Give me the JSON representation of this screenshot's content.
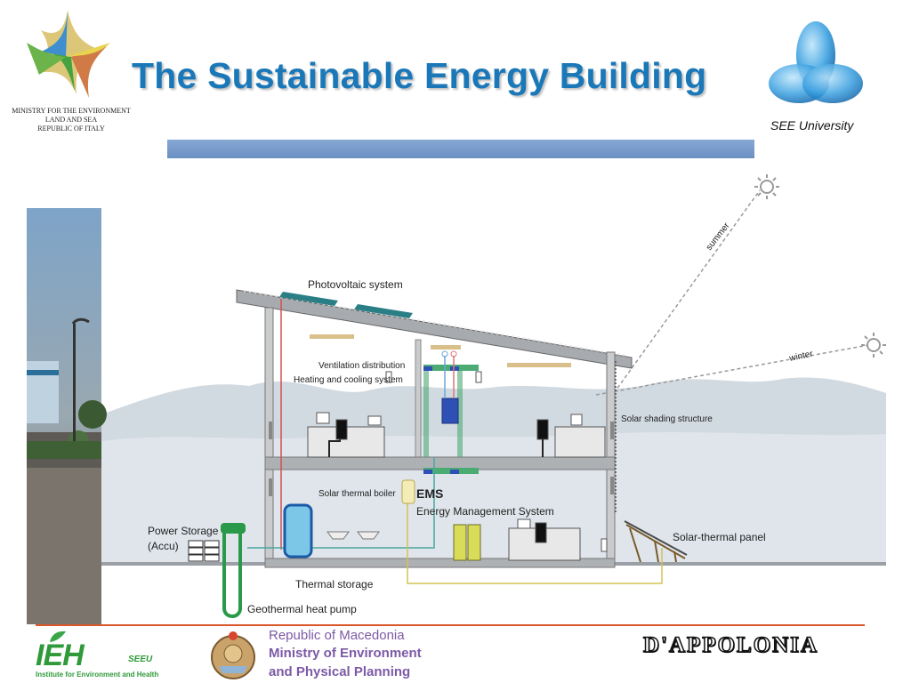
{
  "slide": {
    "title": "The Sustainable Energy Building"
  },
  "logos": {
    "italy_ministry": [
      "MINISTRY FOR THE ENVIRONMENT",
      "LAND AND SEA",
      "REPUBLIC OF ITALY"
    ],
    "see_university": "SEE University",
    "ieh_small": "SEEU",
    "ieh_caption": "Institute for Environment and Health",
    "macedonia": [
      "Republic of Macedonia",
      "Ministry of Environment",
      "and Physical Planning"
    ],
    "dappolonia": "D'APPOLONIA"
  },
  "diagram": {
    "photovoltaic": "Photovoltaic system",
    "summer": "summer",
    "winter": "winter",
    "ventilation": "Ventilation distribution",
    "heating_cooling": "Heating and cooling system",
    "solar_shading": "Solar shading structure",
    "solar_boiler": "Solar thermal boiler",
    "ems": "EMS",
    "ems_full": "Energy Management System",
    "power_storage": "Power Storage",
    "accu": "(Accu)",
    "solar_panel": "Solar-thermal panel",
    "thermal_storage": "Thermal storage",
    "geothermal": "Geothermal heat pump"
  },
  "colors": {
    "title": "#1a78b8",
    "title_bar": "#7496c8",
    "footer_line": "#d9572b",
    "macedonia_text": "#7c5aa6",
    "ieh_green": "#2f9a3a"
  }
}
